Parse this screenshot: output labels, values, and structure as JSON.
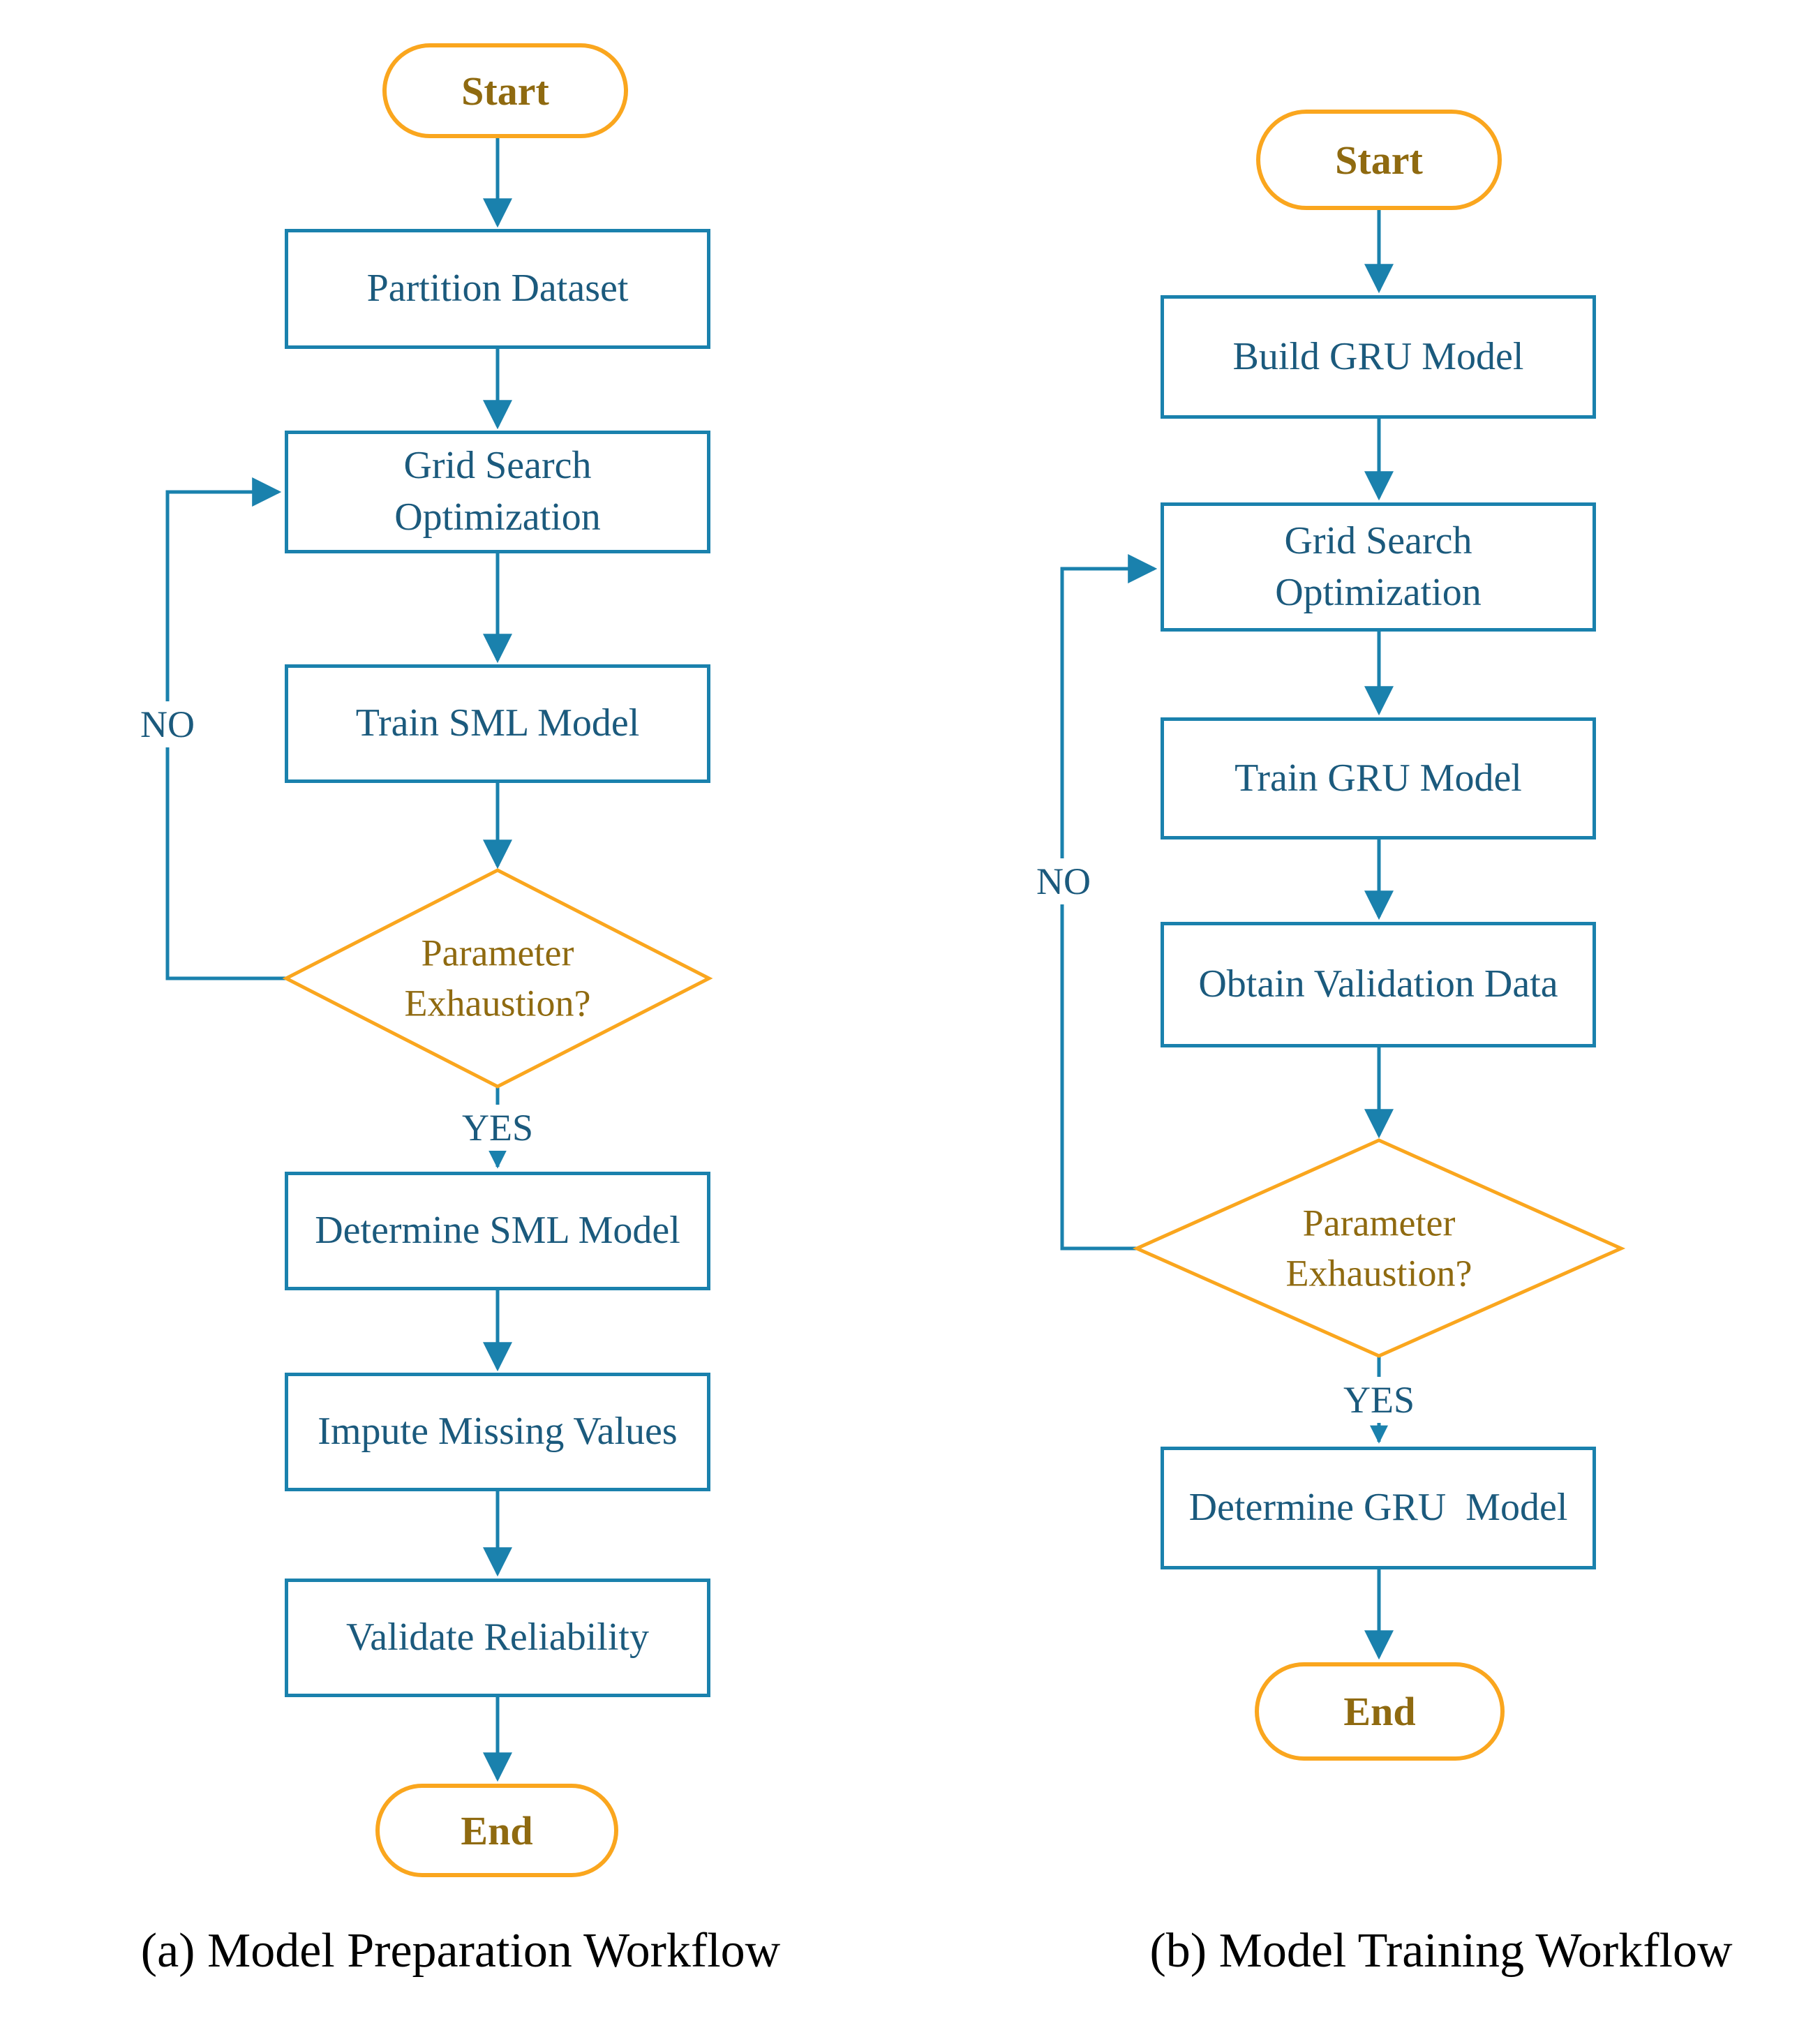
{
  "colors": {
    "connector_teal": "#1a81ad",
    "box_border_teal": "#1a81ad",
    "box_text_teal": "#1b5a7d",
    "terminal_border_orange": "#faa61e",
    "terminal_text_brown": "#8f6a10",
    "decision_border_orange": "#faa61e",
    "decision_text_brown": "#8f6a10",
    "caption_black": "#000000",
    "background": "#ffffff"
  },
  "left": {
    "start_label": "Start",
    "boxes": {
      "partition": "Partition Dataset",
      "grid_search": "Grid Search\nOptimization",
      "train": "Train SML Model",
      "determine": "Determine SML Model",
      "impute": "Impute Missing Values",
      "validate": "Validate Reliability"
    },
    "decision": "Parameter\nExhaustion?",
    "yes_label": "YES",
    "no_label": "NO",
    "end_label": "End",
    "caption": "(a) Model Preparation Workflow"
  },
  "right": {
    "start_label": "Start",
    "boxes": {
      "build": "Build GRU Model",
      "grid_search": "Grid Search\nOptimization",
      "train": "Train GRU Model",
      "obtain": "Obtain Validation Data",
      "determine": "Determine GRU  Model"
    },
    "decision": "Parameter\nExhaustion?",
    "yes_label": "YES",
    "no_label": "NO",
    "end_label": "End",
    "caption": "(b) Model Training Workflow"
  }
}
